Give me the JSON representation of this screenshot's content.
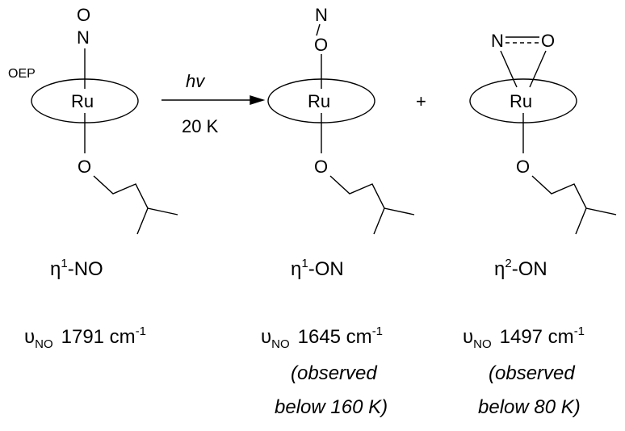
{
  "reaction": {
    "arrow": {
      "condition_above": "hv",
      "condition_below": "20 K"
    },
    "plus": "+",
    "ligand_label": "OEP",
    "atoms": {
      "ru": "Ru",
      "o": "O",
      "n": "N"
    }
  },
  "species": [
    {
      "label_eta": "η",
      "label_sup": "1",
      "label_rest": "-NO",
      "freq_symbol": "υ",
      "freq_sub": "NO",
      "freq_value": "1791 cm",
      "freq_sup": "-1",
      "note_line1": "",
      "note_line2": ""
    },
    {
      "label_eta": "η",
      "label_sup": "1",
      "label_rest": "-ON",
      "freq_symbol": "υ",
      "freq_sub": "NO",
      "freq_value": "1645 cm",
      "freq_sup": "-1",
      "note_line1": "(observed",
      "note_line2": "below 160 K)"
    },
    {
      "label_eta": "η",
      "label_sup": "2",
      "label_rest": "-ON",
      "freq_symbol": "υ",
      "freq_sub": "NO",
      "freq_value": "1497 cm",
      "freq_sup": "-1",
      "note_line1": "(observed",
      "note_line2": "below 80 K)"
    }
  ]
}
